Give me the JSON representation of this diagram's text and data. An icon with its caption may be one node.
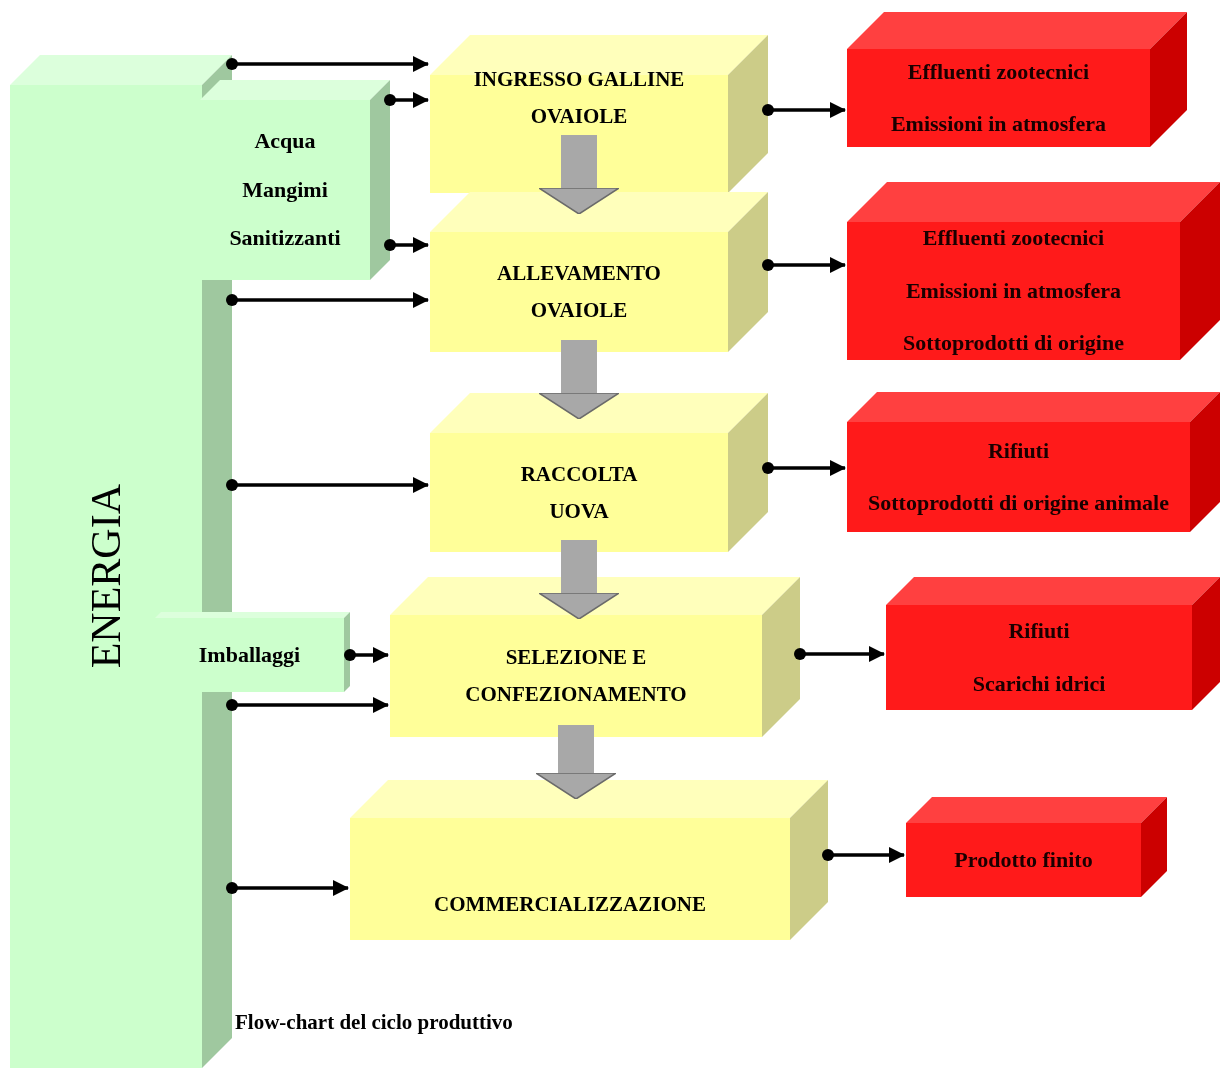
{
  "diagram": {
    "caption": "Flow-chart del ciclo produttivo",
    "nodes": [
      {
        "text": [
          "ENERGIA"
        ]
      },
      {
        "text": [
          "Acqua",
          "Mangimi",
          "Sanitizzanti"
        ]
      },
      {
        "text": [
          "Imballaggi"
        ]
      },
      {
        "text": [
          "INGRESSO GALLINE OVAIOLE"
        ]
      },
      {
        "text": [
          "ALLEVAMENTO OVAIOLE"
        ]
      },
      {
        "text": [
          "RACCOLTA UOVA"
        ]
      },
      {
        "text": [
          "SELEZIONE E CONFEZIONAMENTO"
        ]
      },
      {
        "text": [
          "COMMERCIALIZZAZIONE"
        ]
      },
      {
        "text": [
          "Effluenti zootecnici",
          "Emissioni in atmosfera"
        ]
      },
      {
        "text": [
          "Effluenti zootecnici",
          "Emissioni in atmosfera",
          "Sottoprodotti di origine"
        ]
      },
      {
        "text": [
          "Rifiuti",
          "Sottoprodotti di origine animale"
        ]
      },
      {
        "text": [
          "Rifiuti",
          "Scarichi idrici"
        ]
      },
      {
        "text": [
          "Prodotto finito"
        ]
      }
    ],
    "edges": [
      {
        "from": 0,
        "to": 3,
        "arrow": "to"
      },
      {
        "from": 1,
        "to": 3,
        "arrow": "to"
      },
      {
        "from": 1,
        "to": 4,
        "arrow": "to"
      },
      {
        "from": 0,
        "to": 4,
        "arrow": "to"
      },
      {
        "from": 0,
        "to": 5,
        "arrow": "to"
      },
      {
        "from": 2,
        "to": 6,
        "arrow": "to"
      },
      {
        "from": 0,
        "to": 6,
        "arrow": "to"
      },
      {
        "from": 0,
        "to": 7,
        "arrow": "to"
      },
      {
        "from": 3,
        "to": 4,
        "arrow": "to",
        "style": "thick",
        "color": "#a8a8a8"
      },
      {
        "from": 4,
        "to": 5,
        "arrow": "to",
        "style": "thick",
        "color": "#a8a8a8"
      },
      {
        "from": 5,
        "to": 6,
        "arrow": "to",
        "style": "thick",
        "color": "#a8a8a8"
      },
      {
        "from": 6,
        "to": 7,
        "arrow": "to",
        "style": "thick",
        "color": "#a8a8a8"
      },
      {
        "from": 3,
        "to": 8,
        "arrow": "to"
      },
      {
        "from": 4,
        "to": 9,
        "arrow": "to"
      },
      {
        "from": 5,
        "to": 10,
        "arrow": "to"
      },
      {
        "from": 6,
        "to": 11,
        "arrow": "to"
      },
      {
        "from": 7,
        "to": 12,
        "arrow": "to"
      }
    ]
  }
}
